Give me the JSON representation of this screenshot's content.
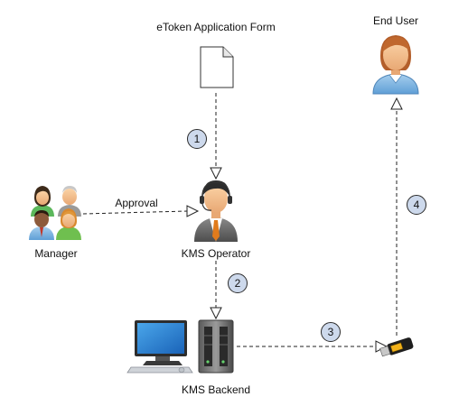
{
  "nodes": {
    "form": {
      "label": "eToken Application Form",
      "icon": "document-icon"
    },
    "end_user": {
      "label": "End User",
      "icon": "user-icon"
    },
    "manager": {
      "label": "Manager",
      "icon": "group-icon"
    },
    "operator": {
      "label": "KMS Operator",
      "icon": "operator-icon"
    },
    "backend": {
      "label": "KMS Backend",
      "icon": "server-workstation-icon"
    },
    "token": {
      "icon": "usb-token-icon"
    }
  },
  "edges": {
    "approval": {
      "label": "Approval"
    }
  },
  "steps": [
    "1",
    "2",
    "3",
    "4"
  ],
  "colors": {
    "step_fill": "#cdd9ec",
    "line": "#222222"
  }
}
